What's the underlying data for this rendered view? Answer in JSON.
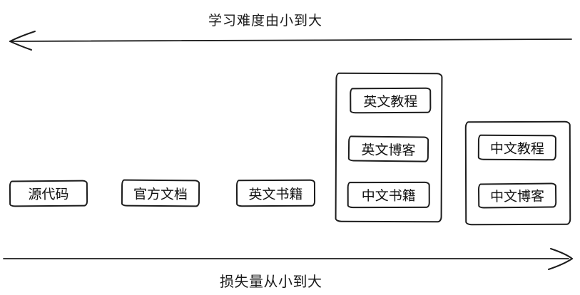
{
  "diagram": {
    "background": "#ffffff",
    "stroke_color": "#1c1c1c",
    "top_arrow": {
      "label": "学习难度由小到大",
      "direction": "left"
    },
    "bottom_arrow": {
      "label": "损失量从小到大",
      "direction": "right"
    },
    "boxes": [
      {
        "id": "source-code",
        "label": "源代码"
      },
      {
        "id": "official-docs",
        "label": "官方文档"
      },
      {
        "id": "english-books",
        "label": "英文书籍"
      }
    ],
    "groups": [
      {
        "id": "group-tutorials-blogs-books",
        "items": [
          {
            "id": "english-tutorials",
            "label": "英文教程"
          },
          {
            "id": "english-blogs",
            "label": "英文博客"
          },
          {
            "id": "chinese-books",
            "label": "中文书籍"
          }
        ]
      },
      {
        "id": "group-chinese-resources",
        "items": [
          {
            "id": "chinese-tutorials",
            "label": "中文教程"
          },
          {
            "id": "chinese-blogs",
            "label": "中文博客"
          }
        ]
      }
    ]
  }
}
